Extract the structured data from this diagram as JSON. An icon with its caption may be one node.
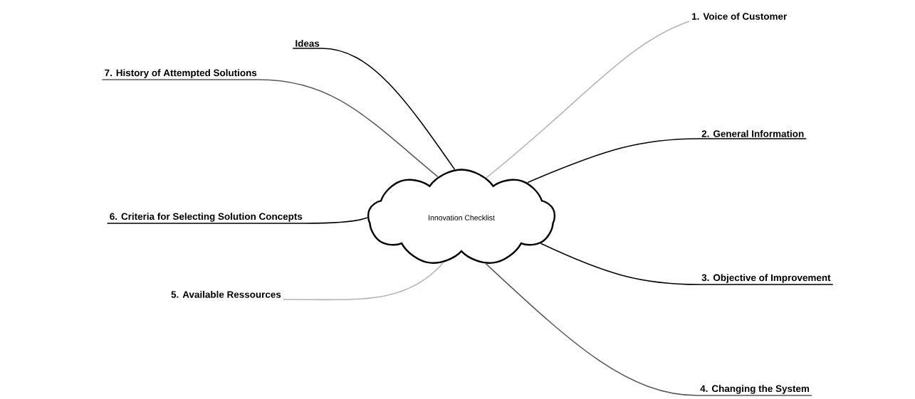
{
  "diagram": {
    "nodes": [
      {
        "text": [
          "Innovation Checklist"
        ]
      },
      {
        "text": [
          "1. Voice of Customer"
        ]
      },
      {
        "text": [
          "Ideas"
        ]
      },
      {
        "text": [
          "7. History of Attempted Solutions"
        ]
      },
      {
        "text": [
          "2. General Information"
        ]
      },
      {
        "text": [
          "6. Criteria for Selecting Solution Concepts"
        ]
      },
      {
        "text": [
          "3. Objective of Improvement"
        ]
      },
      {
        "text": [
          "5. Available Ressources"
        ]
      },
      {
        "text": [
          "4. Changing the System"
        ]
      }
    ],
    "edges": [
      {
        "from": 0,
        "to": 1,
        "arrow": "none",
        "color": "#b4b4b4"
      },
      {
        "from": 0,
        "to": 2,
        "arrow": "none"
      },
      {
        "from": 0,
        "to": 3,
        "arrow": "none",
        "color": "#5a5a5a"
      },
      {
        "from": 0,
        "to": 4,
        "arrow": "none"
      },
      {
        "from": 0,
        "to": 5,
        "arrow": "none"
      },
      {
        "from": 0,
        "to": 6,
        "arrow": "none"
      },
      {
        "from": 0,
        "to": 7,
        "arrow": "none",
        "color": "#b4b4b4"
      },
      {
        "from": 0,
        "to": 8,
        "arrow": "none",
        "color": "#5a5a5a"
      }
    ]
  }
}
